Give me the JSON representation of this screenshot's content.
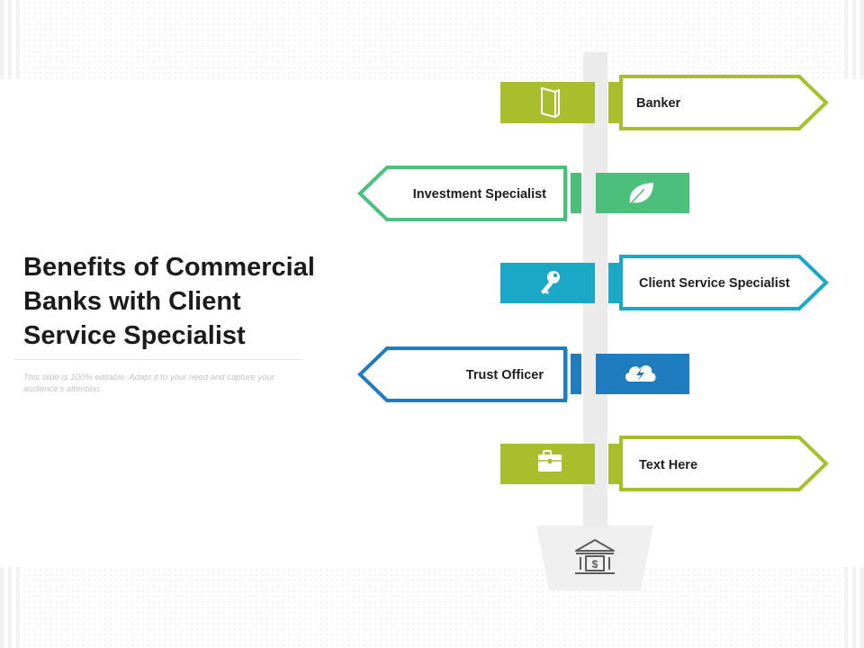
{
  "slide": {
    "title_lines": [
      "Benefits of Commercial",
      "Banks with Client",
      "Service Specialist"
    ],
    "subtitle": "This slide is 100% editable. Adapt it to your need and capture your audience's attention."
  },
  "signs": [
    {
      "label": "Banker",
      "icon": "book-icon",
      "direction": "right",
      "color": "#a9be2c"
    },
    {
      "label": "Investment Specialist",
      "icon": "leaf-icon",
      "direction": "left",
      "color": "#4cbf7c"
    },
    {
      "label": "Client Service Specialist",
      "icon": "key-icon",
      "direction": "right",
      "color": "#1aa8c6"
    },
    {
      "label": "Trust Officer",
      "icon": "cloud-lightning-icon",
      "direction": "left",
      "color": "#1f7dbf"
    },
    {
      "label": "Text Here",
      "icon": "briefcase-icon",
      "direction": "right",
      "color": "#a9be2c"
    }
  ],
  "base_icon": "bank-dollar-icon"
}
